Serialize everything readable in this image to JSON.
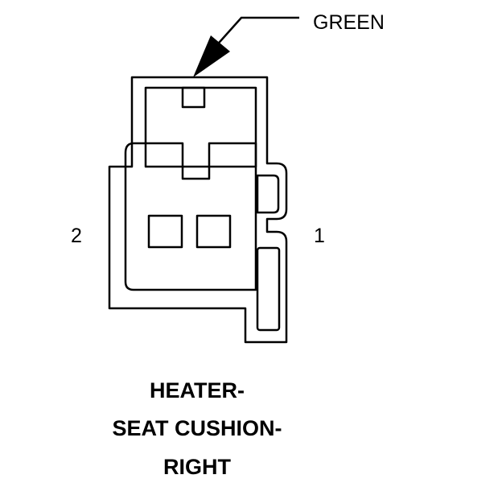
{
  "connector": {
    "wire_color_label": "GREEN",
    "pins": [
      {
        "number": "2",
        "side": "left"
      },
      {
        "number": "1",
        "side": "right"
      }
    ],
    "title_lines": [
      "HEATER-",
      "SEAT CUSHION-",
      "RIGHT"
    ]
  },
  "colors": {
    "line": "#000000",
    "background": "#ffffff"
  }
}
